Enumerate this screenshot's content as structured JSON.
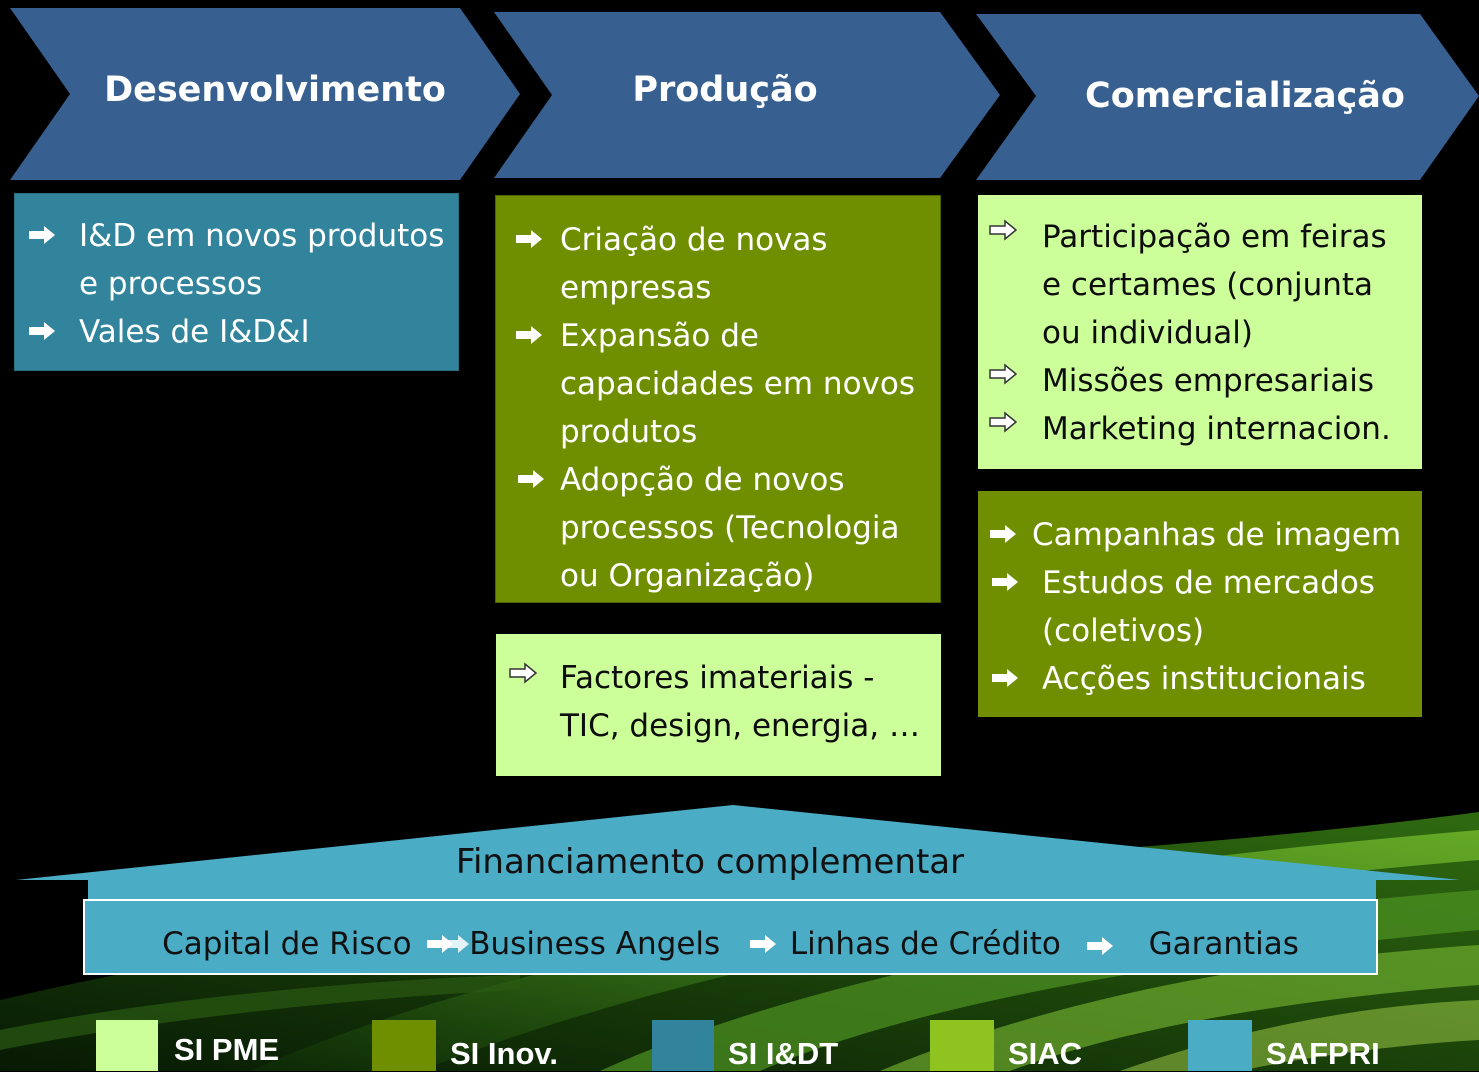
{
  "colors": {
    "chevron": "#375f8f",
    "teal_box": "#31849b",
    "dark_green": "#6f8f00",
    "light_green": "#ccff99",
    "financing": "#4bacc6",
    "background": "#000000"
  },
  "stages": [
    {
      "title": "Desenvolvimento"
    },
    {
      "title": "Produção"
    },
    {
      "title": "Comercialização"
    }
  ],
  "desenvolvimento_box": {
    "items": [
      "I&D em novos produtos e processos",
      "Vales de I&D&I"
    ]
  },
  "producao_box": {
    "items": [
      "Criação de novas empresas",
      "Expansão de capacidades em novos produtos",
      "Adopção de novos processos (Tecnologia ou Organização)"
    ]
  },
  "producao_light_box": {
    "items": [
      "Factores imateriais - TIC, design, energia, …"
    ]
  },
  "comercializacao_light_box": {
    "items": [
      "Participação em feiras e certames (conjunta ou individual)",
      "Missões empresariais",
      "Marketing internacion."
    ]
  },
  "comercializacao_dark_box": {
    "items": [
      "Campanhas de imagem",
      "Estudos de mercados (coletivos)",
      "Acções institucionais"
    ]
  },
  "financing": {
    "title": "Financiamento complementar",
    "items": [
      "Capital de Risco",
      "Business Angels",
      "Linhas de Crédito",
      "Garantias"
    ]
  },
  "legend": [
    {
      "label": "SI PME",
      "color": "#ccff99"
    },
    {
      "label": "SI Inov.",
      "color": "#6f8f00"
    },
    {
      "label": "SI I&DT",
      "color": "#31849b"
    },
    {
      "label": "SIAC",
      "color": "#8fc31f"
    },
    {
      "label": "SAFPRI",
      "color": "#4bacc6"
    }
  ]
}
